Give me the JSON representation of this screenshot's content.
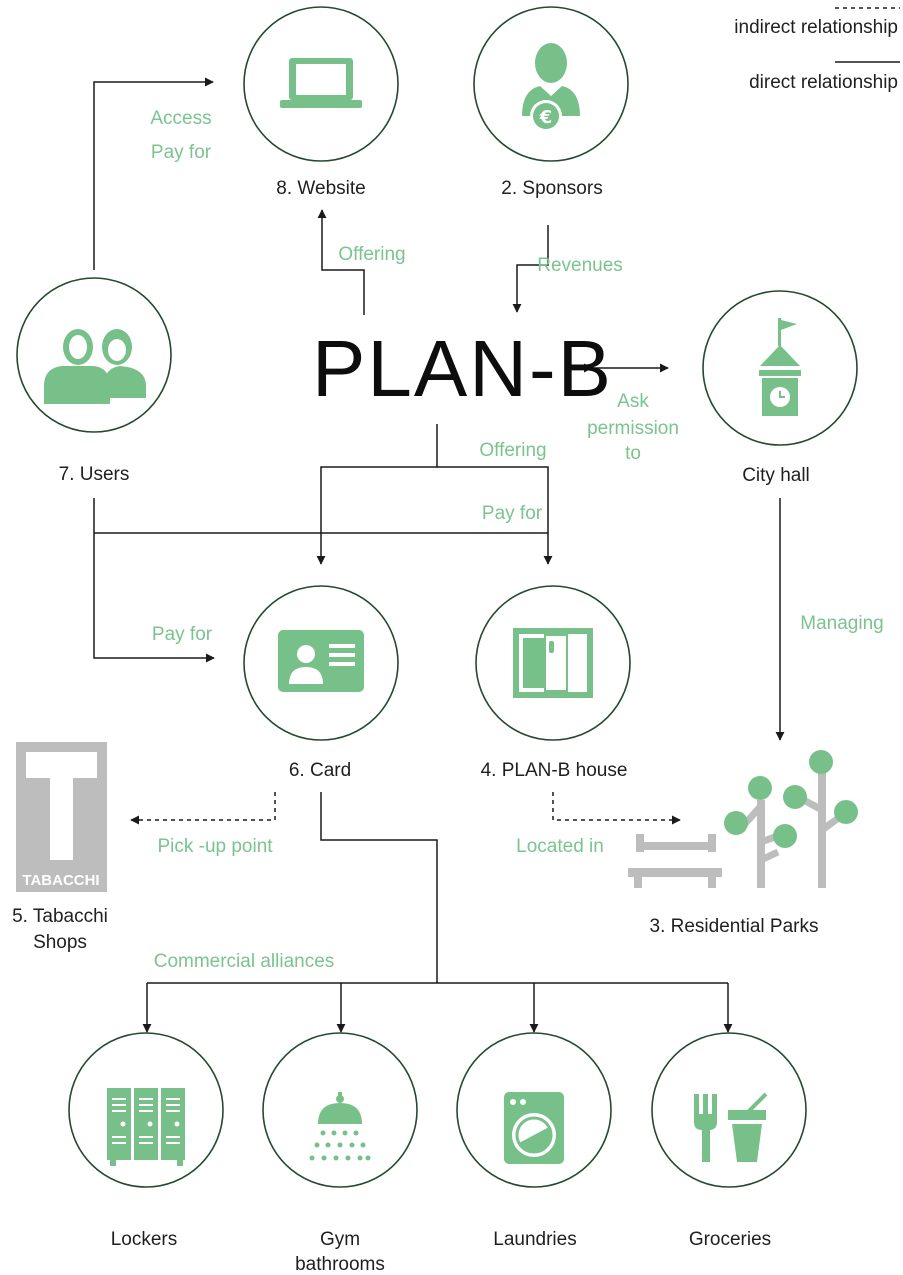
{
  "legend": {
    "indirect": "indirect relationship",
    "direct": "direct relationship"
  },
  "brand": "PLAN-B",
  "nodes": {
    "website": "8. Website",
    "sponsors": "2. Sponsors",
    "users": "7. Users",
    "city_hall": "City hall",
    "card": "6. Card",
    "house": "4. PLAN-B house",
    "tabacchi_line1": "5. Tabacchi",
    "tabacchi_line2": "Shops",
    "tabacchi_sign": "TABACCHI",
    "parks": "3. Residential Parks",
    "lockers": "Lockers",
    "gym_line1": "Gym",
    "gym_line2": "bathrooms",
    "laundries": "Laundries",
    "groceries": "Groceries"
  },
  "relations": {
    "access": "Access",
    "pay_for_website": "Pay for",
    "offering_website": "Offering",
    "revenues": "Revenues",
    "ask_line1": "Ask",
    "ask_line2": "permission",
    "ask_line3": "to",
    "offering_main": "Offering",
    "pay_for_house": "Pay for",
    "pay_for_card": "Pay for",
    "managing": "Managing",
    "pickup": "Pick -up point",
    "located_in": "Located in",
    "alliances": "Commercial alliances"
  },
  "colors": {
    "accent": "#78c08a",
    "circle_stroke": "#244a2e",
    "tabacchi_grey": "#bdbdbd"
  }
}
